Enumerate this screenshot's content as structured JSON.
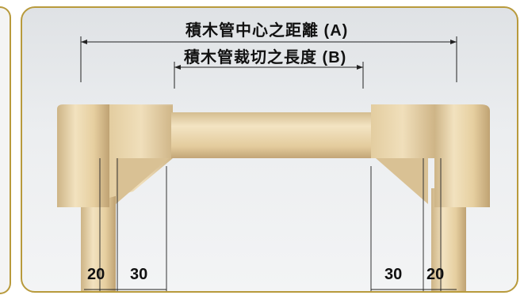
{
  "labels": {
    "center_distance": "積木管中心之距離 (A)",
    "cut_length": "積木管裁切之長度 (B)"
  },
  "dimensions": {
    "left_outer": "20",
    "left_inner": "30",
    "right_inner": "30",
    "right_outer": "20"
  },
  "colors": {
    "frame": "#b89a3c",
    "pipe": "#e8d3a8"
  }
}
